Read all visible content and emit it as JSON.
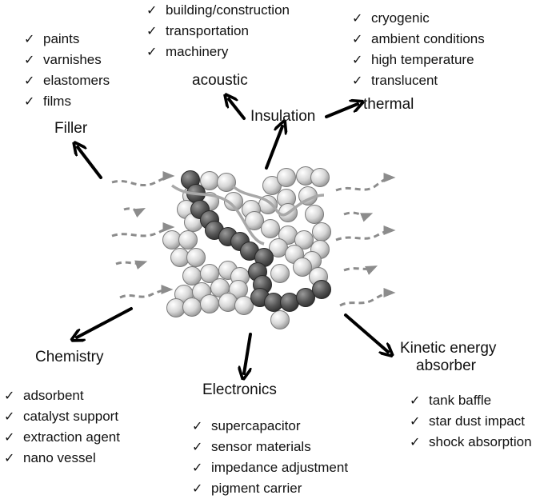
{
  "check_glyph": "✓",
  "categories": {
    "filler": {
      "label": "Filler",
      "items": [
        "paints",
        "varnishes",
        "elastomers",
        "films"
      ]
    },
    "insulation": {
      "label": "Insulation",
      "acoustic": {
        "label": "acoustic",
        "items": [
          "building/construction",
          "transportation",
          "machinery"
        ]
      },
      "thermal": {
        "label": "thermal",
        "items": [
          "cryogenic",
          "ambient conditions",
          "high temperature",
          "translucent"
        ]
      }
    },
    "chemistry": {
      "label": "Chemistry",
      "items": [
        "adsorbent",
        "catalyst support",
        "extraction agent",
        "nano vessel"
      ]
    },
    "electronics": {
      "label": "Electronics",
      "items": [
        "supercapacitor",
        "sensor materials",
        "impedance adjustment",
        "pigment carrier"
      ]
    },
    "kinetic": {
      "label_lines": [
        "Kinetic energy",
        "absorber"
      ],
      "items": [
        "tank baffle",
        "star dust impact",
        "shock absorption"
      ]
    }
  },
  "colors": {
    "text": "#111111",
    "arrow": "#000000",
    "light_sphere": "#d9d9d9",
    "dark_sphere": "#555555",
    "dashed_arrow": "#8c8c8c"
  },
  "icons": {
    "check": "check-icon",
    "light_particle": "light-sphere-icon",
    "dark_particle": "dark-sphere-icon"
  }
}
